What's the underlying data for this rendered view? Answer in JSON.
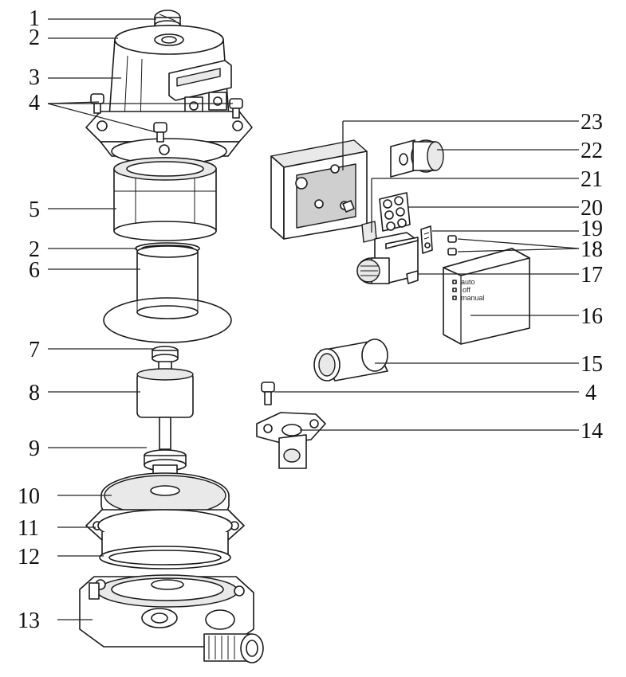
{
  "callouts": [
    {
      "id": "c1",
      "text": "1"
    },
    {
      "id": "c2a",
      "text": "2"
    },
    {
      "id": "c3",
      "text": "3"
    },
    {
      "id": "c4a",
      "text": "4"
    },
    {
      "id": "c5",
      "text": "5"
    },
    {
      "id": "c2b",
      "text": "2"
    },
    {
      "id": "c6",
      "text": "6"
    },
    {
      "id": "c7",
      "text": "7"
    },
    {
      "id": "c8",
      "text": "8"
    },
    {
      "id": "c9",
      "text": "9"
    },
    {
      "id": "c10",
      "text": "10"
    },
    {
      "id": "c11",
      "text": "11"
    },
    {
      "id": "c12",
      "text": "12"
    },
    {
      "id": "c13",
      "text": "13"
    },
    {
      "id": "c23",
      "text": "23"
    },
    {
      "id": "c22",
      "text": "22"
    },
    {
      "id": "c21",
      "text": "21"
    },
    {
      "id": "c20",
      "text": "20"
    },
    {
      "id": "c19",
      "text": "19"
    },
    {
      "id": "c18",
      "text": "18"
    },
    {
      "id": "c17",
      "text": "17"
    },
    {
      "id": "c16",
      "text": "16"
    },
    {
      "id": "c15",
      "text": "15"
    },
    {
      "id": "c4b",
      "text": "4"
    },
    {
      "id": "c14",
      "text": "14"
    }
  ],
  "panel_labels": [
    "auto",
    "off",
    "manual"
  ]
}
